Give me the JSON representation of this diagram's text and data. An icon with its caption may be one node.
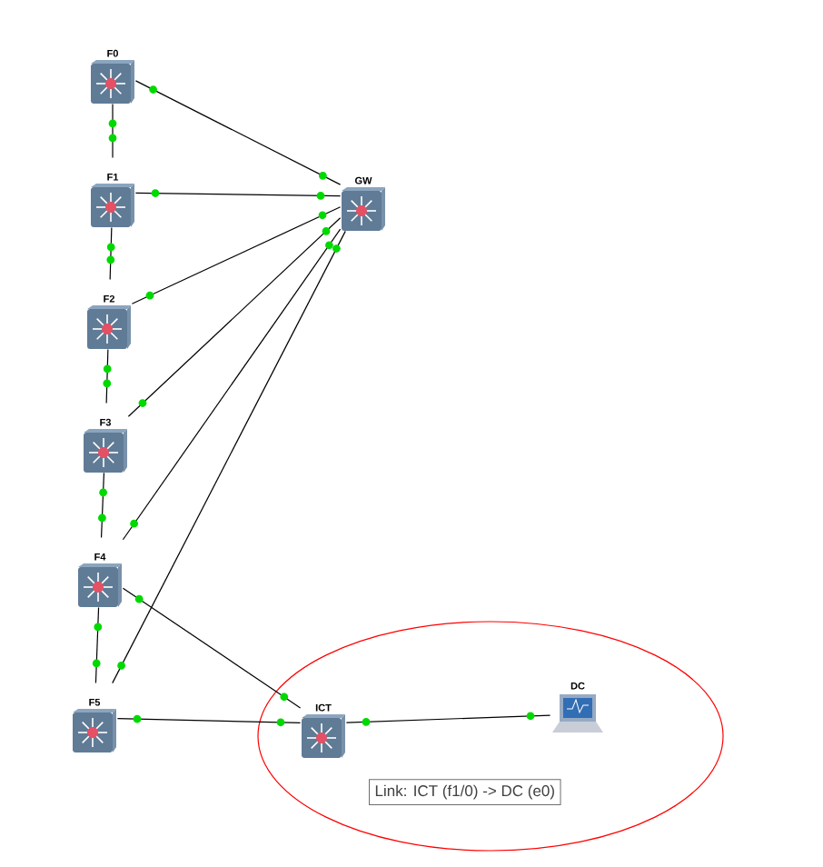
{
  "diagram": {
    "nodes": [
      {
        "text": [
          "F0"
        ]
      },
      {
        "text": [
          "F1"
        ]
      },
      {
        "text": [
          "F2"
        ]
      },
      {
        "text": [
          "F3"
        ]
      },
      {
        "text": [
          "F4"
        ]
      },
      {
        "text": [
          "F5"
        ]
      },
      {
        "text": [
          "GW"
        ]
      },
      {
        "text": [
          "ICT"
        ]
      },
      {
        "text": [
          "DC"
        ]
      }
    ],
    "edges": [
      {
        "from": 0,
        "to": 1,
        "arrow": "none"
      },
      {
        "from": 1,
        "to": 2,
        "arrow": "none"
      },
      {
        "from": 2,
        "to": 3,
        "arrow": "none"
      },
      {
        "from": 3,
        "to": 4,
        "arrow": "none"
      },
      {
        "from": 4,
        "to": 5,
        "arrow": "none"
      },
      {
        "from": 0,
        "to": 6,
        "arrow": "none"
      },
      {
        "from": 1,
        "to": 6,
        "arrow": "none"
      },
      {
        "from": 2,
        "to": 6,
        "arrow": "none"
      },
      {
        "from": 3,
        "to": 6,
        "arrow": "none"
      },
      {
        "from": 4,
        "to": 6,
        "arrow": "none"
      },
      {
        "from": 5,
        "to": 6,
        "arrow": "none"
      },
      {
        "from": 4,
        "to": 7,
        "arrow": "none"
      },
      {
        "from": 5,
        "to": 7,
        "arrow": "none"
      },
      {
        "from": 7,
        "to": 8,
        "arrow": "none"
      }
    ],
    "labels": [
      "Link: ICT (f1/0) -> DC (e0)"
    ]
  }
}
